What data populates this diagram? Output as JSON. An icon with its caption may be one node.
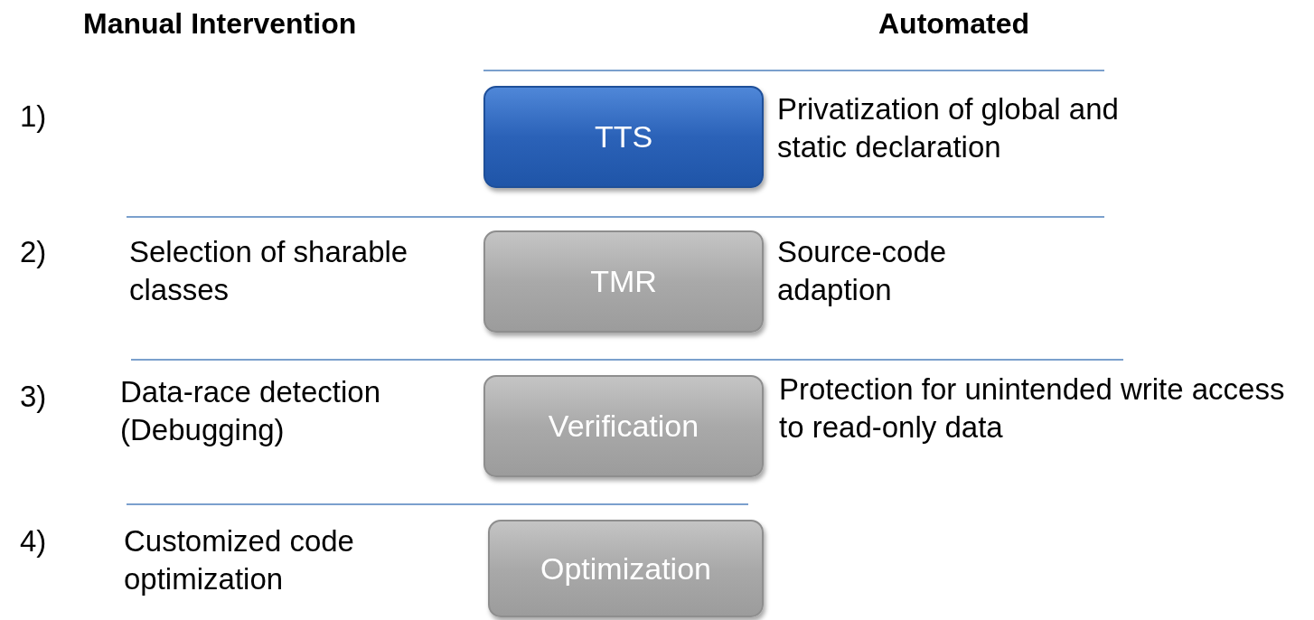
{
  "diagram": {
    "nodes": [
      {
        "text": [
          "TTS"
        ]
      },
      {
        "text": [
          "TMR"
        ]
      },
      {
        "text": [
          "Verification"
        ]
      },
      {
        "text": [
          "Optimization"
        ]
      }
    ],
    "edges": [],
    "labels": [
      "Manual Intervention",
      "Automated",
      "1)",
      "Privatization of global and static declaration",
      "2)",
      "Selection of sharable classes",
      "Source-code adaption",
      "3)",
      "Data-race detection (Debugging)",
      "Protection for unintended write access to read-only data",
      "4)",
      "Customized code optimization"
    ]
  }
}
